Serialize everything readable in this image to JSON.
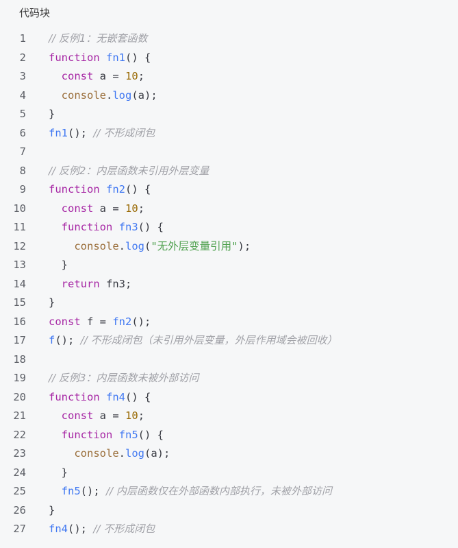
{
  "block_title": "代码块",
  "lines": [
    {
      "n": "1",
      "tokens": [
        {
          "t": "// 反例1：无嵌套函数",
          "c": "cm"
        }
      ]
    },
    {
      "n": "2",
      "tokens": [
        {
          "t": "function",
          "c": "kw"
        },
        {
          "t": " ",
          "c": "pl"
        },
        {
          "t": "fn1",
          "c": "fn"
        },
        {
          "t": "() {",
          "c": "pl"
        }
      ]
    },
    {
      "n": "3",
      "tokens": [
        {
          "t": "  ",
          "c": "pl"
        },
        {
          "t": "const",
          "c": "kw"
        },
        {
          "t": " a = ",
          "c": "pl"
        },
        {
          "t": "10",
          "c": "nm"
        },
        {
          "t": ";",
          "c": "pl"
        }
      ]
    },
    {
      "n": "4",
      "tokens": [
        {
          "t": "  ",
          "c": "pl"
        },
        {
          "t": "console",
          "c": "bi"
        },
        {
          "t": ".",
          "c": "pl"
        },
        {
          "t": "log",
          "c": "fn"
        },
        {
          "t": "(a);",
          "c": "pl"
        }
      ]
    },
    {
      "n": "5",
      "tokens": [
        {
          "t": "}",
          "c": "pl"
        }
      ]
    },
    {
      "n": "6",
      "tokens": [
        {
          "t": "fn1",
          "c": "fn"
        },
        {
          "t": "(); ",
          "c": "pl"
        },
        {
          "t": "// 不形成闭包",
          "c": "cm"
        }
      ]
    },
    {
      "n": "7",
      "tokens": []
    },
    {
      "n": "8",
      "tokens": [
        {
          "t": "// 反例2：内层函数未引用外层变量",
          "c": "cm"
        }
      ]
    },
    {
      "n": "9",
      "tokens": [
        {
          "t": "function",
          "c": "kw"
        },
        {
          "t": " ",
          "c": "pl"
        },
        {
          "t": "fn2",
          "c": "fn"
        },
        {
          "t": "() {",
          "c": "pl"
        }
      ]
    },
    {
      "n": "10",
      "tokens": [
        {
          "t": "  ",
          "c": "pl"
        },
        {
          "t": "const",
          "c": "kw"
        },
        {
          "t": " a = ",
          "c": "pl"
        },
        {
          "t": "10",
          "c": "nm"
        },
        {
          "t": ";",
          "c": "pl"
        }
      ]
    },
    {
      "n": "11",
      "tokens": [
        {
          "t": "  ",
          "c": "pl"
        },
        {
          "t": "function",
          "c": "kw"
        },
        {
          "t": " ",
          "c": "pl"
        },
        {
          "t": "fn3",
          "c": "fn"
        },
        {
          "t": "() {",
          "c": "pl"
        }
      ]
    },
    {
      "n": "12",
      "tokens": [
        {
          "t": "    ",
          "c": "pl"
        },
        {
          "t": "console",
          "c": "bi"
        },
        {
          "t": ".",
          "c": "pl"
        },
        {
          "t": "log",
          "c": "fn"
        },
        {
          "t": "(",
          "c": "pl"
        },
        {
          "t": "\"无外层变量引用\"",
          "c": "st"
        },
        {
          "t": ");",
          "c": "pl"
        }
      ]
    },
    {
      "n": "13",
      "tokens": [
        {
          "t": "  }",
          "c": "pl"
        }
      ]
    },
    {
      "n": "14",
      "tokens": [
        {
          "t": "  ",
          "c": "pl"
        },
        {
          "t": "return",
          "c": "kw"
        },
        {
          "t": " fn3;",
          "c": "pl"
        }
      ]
    },
    {
      "n": "15",
      "tokens": [
        {
          "t": "}",
          "c": "pl"
        }
      ]
    },
    {
      "n": "16",
      "tokens": [
        {
          "t": "const",
          "c": "kw"
        },
        {
          "t": " f = ",
          "c": "pl"
        },
        {
          "t": "fn2",
          "c": "fn"
        },
        {
          "t": "();",
          "c": "pl"
        }
      ]
    },
    {
      "n": "17",
      "tokens": [
        {
          "t": "f",
          "c": "fn"
        },
        {
          "t": "(); ",
          "c": "pl"
        },
        {
          "t": "// 不形成闭包（未引用外层变量，外层作用域会被回收）",
          "c": "cm"
        }
      ]
    },
    {
      "n": "18",
      "tokens": []
    },
    {
      "n": "19",
      "tokens": [
        {
          "t": "// 反例3：内层函数未被外部访问",
          "c": "cm"
        }
      ]
    },
    {
      "n": "20",
      "tokens": [
        {
          "t": "function",
          "c": "kw"
        },
        {
          "t": " ",
          "c": "pl"
        },
        {
          "t": "fn4",
          "c": "fn"
        },
        {
          "t": "() {",
          "c": "pl"
        }
      ]
    },
    {
      "n": "21",
      "tokens": [
        {
          "t": "  ",
          "c": "pl"
        },
        {
          "t": "const",
          "c": "kw"
        },
        {
          "t": " a = ",
          "c": "pl"
        },
        {
          "t": "10",
          "c": "nm"
        },
        {
          "t": ";",
          "c": "pl"
        }
      ]
    },
    {
      "n": "22",
      "tokens": [
        {
          "t": "  ",
          "c": "pl"
        },
        {
          "t": "function",
          "c": "kw"
        },
        {
          "t": " ",
          "c": "pl"
        },
        {
          "t": "fn5",
          "c": "fn"
        },
        {
          "t": "() {",
          "c": "pl"
        }
      ]
    },
    {
      "n": "23",
      "tokens": [
        {
          "t": "    ",
          "c": "pl"
        },
        {
          "t": "console",
          "c": "bi"
        },
        {
          "t": ".",
          "c": "pl"
        },
        {
          "t": "log",
          "c": "fn"
        },
        {
          "t": "(a);",
          "c": "pl"
        }
      ]
    },
    {
      "n": "24",
      "tokens": [
        {
          "t": "  }",
          "c": "pl"
        }
      ]
    },
    {
      "n": "25",
      "tokens": [
        {
          "t": "  ",
          "c": "pl"
        },
        {
          "t": "fn5",
          "c": "fn"
        },
        {
          "t": "(); ",
          "c": "pl"
        },
        {
          "t": "// 内层函数仅在外部函数内部执行，未被外部访问",
          "c": "cm"
        }
      ]
    },
    {
      "n": "26",
      "tokens": [
        {
          "t": "}",
          "c": "pl"
        }
      ]
    },
    {
      "n": "27",
      "tokens": [
        {
          "t": "fn4",
          "c": "fn"
        },
        {
          "t": "(); ",
          "c": "pl"
        },
        {
          "t": "// 不形成闭包",
          "c": "cm"
        }
      ]
    }
  ]
}
